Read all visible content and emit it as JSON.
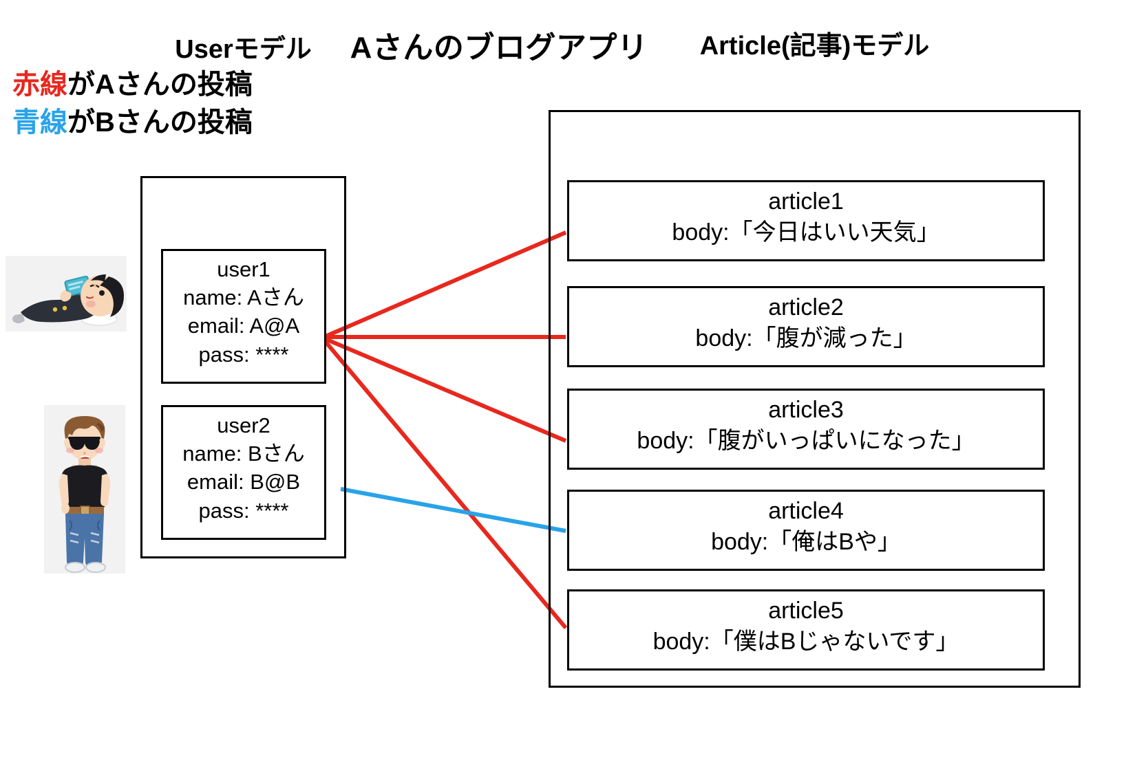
{
  "title": "Aさんのブログアプリ",
  "legend": {
    "items": [
      {
        "colored": "赤線",
        "rest": "がAさんの投稿",
        "color": "#e8281e"
      },
      {
        "colored": "青線",
        "rest": "がBさんの投稿",
        "color": "#29a3e8"
      }
    ]
  },
  "user_model": {
    "title": "Userモデル",
    "records": [
      {
        "id": "user1",
        "name_line": "name: Aさん",
        "email_line": "email: A@A",
        "pass_line": "pass: ****"
      },
      {
        "id": "user2",
        "name_line": "name: Bさん",
        "email_line": "email: B@B",
        "pass_line": "pass: ****"
      }
    ]
  },
  "article_model": {
    "title": "Article(記事)モデル",
    "records": [
      {
        "id": "article1",
        "body": "body:「今日はいい天気」",
        "author": "user1"
      },
      {
        "id": "article2",
        "body": "body:「腹が減った」",
        "author": "user1"
      },
      {
        "id": "article3",
        "body": "body:「腹がいっぱいになった」",
        "author": "user1"
      },
      {
        "id": "article4",
        "body": "body:「俺はBや」",
        "author": "user2"
      },
      {
        "id": "article5",
        "body": "body:「僕はBじゃないです」",
        "author": "user1"
      }
    ]
  },
  "avatars": [
    {
      "name": "user1-avatar",
      "description": "lying-down-person-with-smartphone"
    },
    {
      "name": "user2-avatar",
      "description": "standing-person-with-sunglasses"
    }
  ],
  "colors": {
    "red": "#e8281e",
    "blue": "#29a3e8",
    "outline": "#000000",
    "background": "#ffffff"
  }
}
